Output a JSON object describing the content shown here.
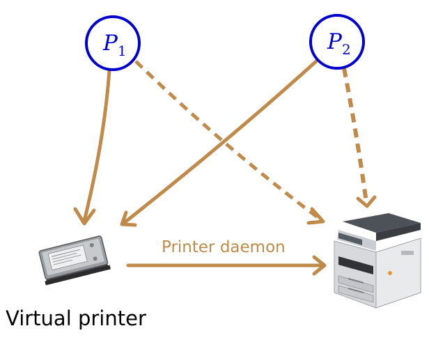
{
  "nodes": {
    "p1": {
      "letter": "P",
      "subscript": "1"
    },
    "p2": {
      "letter": "P",
      "subscript": "2"
    }
  },
  "edge_labels": {
    "daemon": "Printer daemon"
  },
  "captions": {
    "virtual_printer": "Virtual printer"
  },
  "icons": {
    "hard_drive": "hard-drive-icon",
    "printer": "printer-icon"
  },
  "edges": [
    {
      "from": "P1",
      "to": "Virtual printer",
      "style": "solid"
    },
    {
      "from": "P1",
      "to": "Printer",
      "style": "dashed"
    },
    {
      "from": "P2",
      "to": "Virtual printer",
      "style": "solid"
    },
    {
      "from": "P2",
      "to": "Printer",
      "style": "dashed"
    },
    {
      "from": "Virtual printer",
      "to": "Printer",
      "style": "solid",
      "label": "Printer daemon"
    }
  ],
  "colors": {
    "node_stroke": "#0000cc",
    "node_text": "#0000cc",
    "arrow": "#c08a4a",
    "caption": "#000000"
  }
}
